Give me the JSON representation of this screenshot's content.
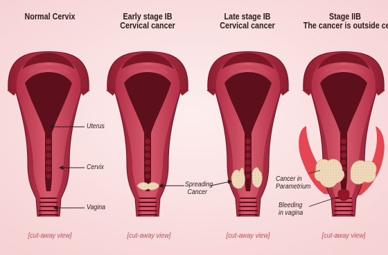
{
  "panels": [
    {
      "title_lines": [
        "Normal Cervix"
      ],
      "caption": "[cut-away view]"
    },
    {
      "title_lines": [
        "Early stage IB",
        "Cervical cancer"
      ],
      "caption": "[cut-away view]"
    },
    {
      "title_lines": [
        "Late stage IB",
        "Cervical cancer"
      ],
      "caption": "[cut-away view]"
    },
    {
      "title_lines": [
        "Stage IIB",
        "The cancer is outside cervix"
      ],
      "caption": "[cut-away view]"
    }
  ],
  "labels": {
    "uterus": "Uterus",
    "cervix": "Cervix",
    "vagina": "Vagina",
    "spreading": [
      "Spreading",
      "Cancer"
    ],
    "parametrium": [
      "Cancer in",
      "Parametrium"
    ],
    "bleeding": [
      "Bleeding",
      "in vagina"
    ]
  },
  "colors": {
    "background": "#fbe3e3",
    "tissue_outer": "#a3283a",
    "tissue_mid": "#c34054",
    "cavity_dark": "#5e0f1c",
    "tumor": "#f1dcc0",
    "parametrium_spread": "#e23a45",
    "caption_text": "#b7505d"
  }
}
